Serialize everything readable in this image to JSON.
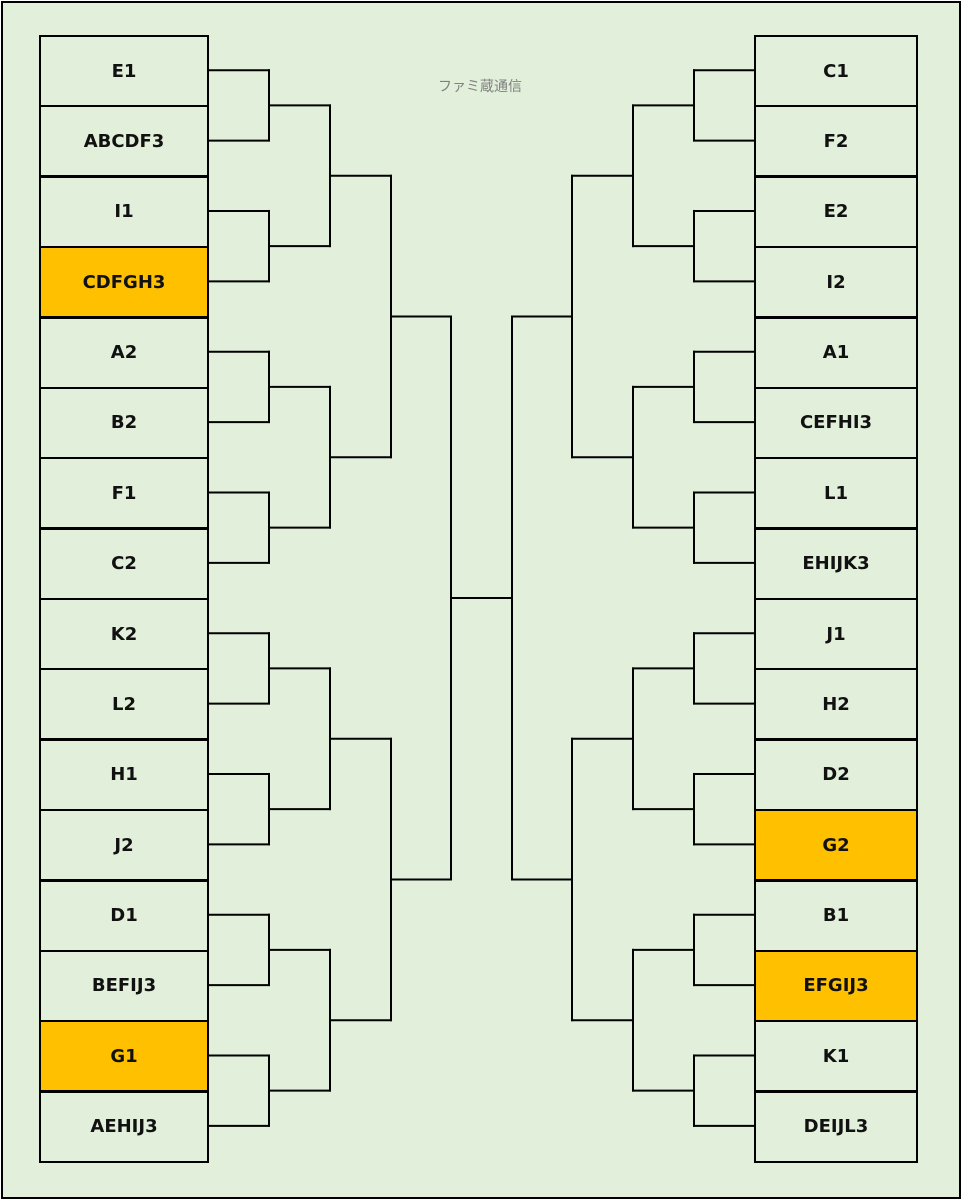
{
  "watermark": "ファミ蔵通信",
  "colors": {
    "background": "#e2efda",
    "highlight": "#ffc000",
    "line": "#000000"
  },
  "left_teams": [
    {
      "label": "E1",
      "highlight": false
    },
    {
      "label": "ABCDF3",
      "highlight": false
    },
    {
      "label": "I1",
      "highlight": false
    },
    {
      "label": "CDFGH3",
      "highlight": true
    },
    {
      "label": "A2",
      "highlight": false
    },
    {
      "label": "B2",
      "highlight": false
    },
    {
      "label": "F1",
      "highlight": false
    },
    {
      "label": "C2",
      "highlight": false
    },
    {
      "label": "K2",
      "highlight": false
    },
    {
      "label": "L2",
      "highlight": false
    },
    {
      "label": "H1",
      "highlight": false
    },
    {
      "label": "J2",
      "highlight": false
    },
    {
      "label": "D1",
      "highlight": false
    },
    {
      "label": "BEFIJ3",
      "highlight": false
    },
    {
      "label": "G1",
      "highlight": true
    },
    {
      "label": "AEHIJ3",
      "highlight": false
    }
  ],
  "right_teams": [
    {
      "label": "C1",
      "highlight": false
    },
    {
      "label": "F2",
      "highlight": false
    },
    {
      "label": "E2",
      "highlight": false
    },
    {
      "label": "I2",
      "highlight": false
    },
    {
      "label": "A1",
      "highlight": false
    },
    {
      "label": "CEFHI3",
      "highlight": false
    },
    {
      "label": "L1",
      "highlight": false
    },
    {
      "label": "EHIJK3",
      "highlight": false
    },
    {
      "label": "J1",
      "highlight": false
    },
    {
      "label": "H2",
      "highlight": false
    },
    {
      "label": "D2",
      "highlight": false
    },
    {
      "label": "G2",
      "highlight": true
    },
    {
      "label": "B1",
      "highlight": false
    },
    {
      "label": "EFGIJ3",
      "highlight": true
    },
    {
      "label": "K1",
      "highlight": false
    },
    {
      "label": "DEIJL3",
      "highlight": false
    }
  ]
}
